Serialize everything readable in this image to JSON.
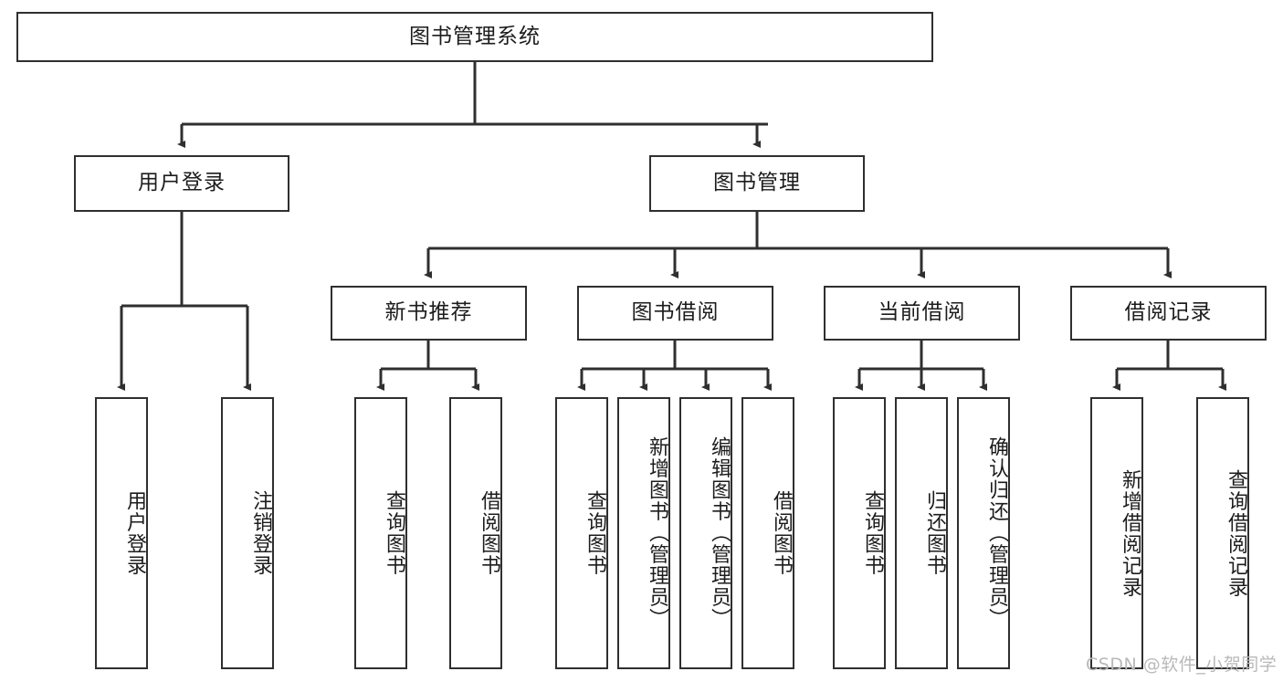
{
  "diagram": {
    "type": "tree-hierarchy",
    "title": "图书管理系统",
    "root": {
      "label": "图书管理系统"
    },
    "tier2": [
      {
        "label": "用户登录"
      },
      {
        "label": "图书管理"
      }
    ],
    "tier3": [
      {
        "label": "新书推荐"
      },
      {
        "label": "图书借阅"
      },
      {
        "label": "当前借阅"
      },
      {
        "label": "借阅记录"
      }
    ],
    "leaves": {
      "user_login": [
        {
          "label": "用户登录"
        },
        {
          "label": "注销登录"
        }
      ],
      "new_book_recommend": [
        {
          "label": "查询图书"
        },
        {
          "label": "借阅图书"
        }
      ],
      "book_borrow": [
        {
          "label": "查询图书"
        },
        {
          "label": "新增图书（管理员）"
        },
        {
          "label": "编辑图书（管理员）"
        },
        {
          "label": "借阅图书"
        }
      ],
      "current_borrow": [
        {
          "label": "查询图书"
        },
        {
          "label": "归还图书"
        },
        {
          "label": "确认归还（管理员）"
        }
      ],
      "borrow_record": [
        {
          "label": "新增借阅记录"
        },
        {
          "label": "查询借阅记录"
        }
      ]
    }
  },
  "watermark": {
    "text": "CSDN @软件_小贺同学"
  },
  "colors": {
    "stroke": "#2f2f2f",
    "background": "#ffffff",
    "text": "#1c1c1c",
    "watermark": "#b9b9b9"
  }
}
